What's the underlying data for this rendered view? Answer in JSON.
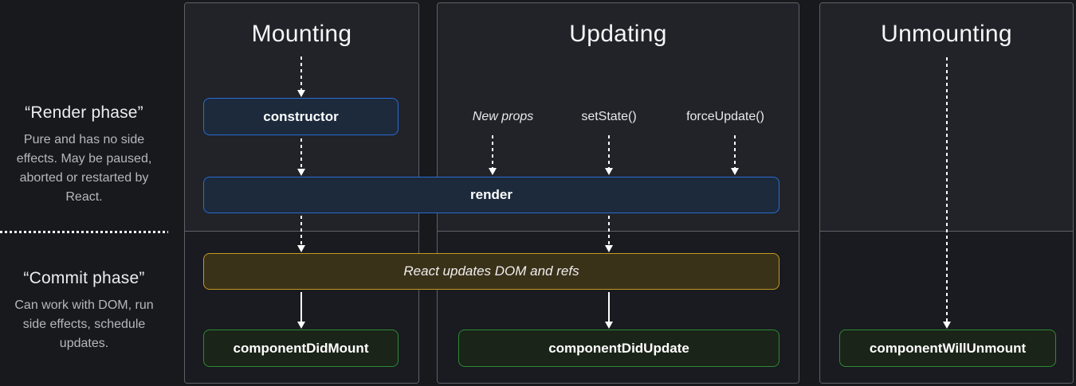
{
  "sidebar": {
    "render_phase": {
      "title": "“Render phase”",
      "description": "Pure and has no side effects. May be paused, aborted or restarted by React."
    },
    "commit_phase": {
      "title": "“Commit phase”",
      "description": "Can work with DOM, run side effects, schedule updates."
    }
  },
  "columns": {
    "mounting": {
      "title": "Mounting"
    },
    "updating": {
      "title": "Updating",
      "triggers": [
        {
          "label": "New props"
        },
        {
          "label": "setState()"
        },
        {
          "label": "forceUpdate()"
        }
      ]
    },
    "unmounting": {
      "title": "Unmounting"
    }
  },
  "boxes": {
    "constructor": {
      "label": "constructor"
    },
    "render": {
      "label": "render"
    },
    "react_updates_dom": {
      "label": "React updates DOM and refs"
    },
    "component_did_mount": {
      "label": "componentDidMount"
    },
    "component_did_update": {
      "label": "componentDidUpdate"
    },
    "component_will_unmount": {
      "label": "componentWillUnmount"
    }
  },
  "colors": {
    "background": "#17191d",
    "panel_top_bg": "#212329",
    "panel_bottom_bg": "#191b20",
    "panel_border": "#5d6167",
    "blue_box_border": "#2a6cd4",
    "blue_box_bg": "#1c2a3c",
    "gold_box_border": "#c29a25",
    "gold_box_bg": "#3a3119",
    "green_box_border": "#2f8836",
    "green_box_bg": "#1b2418",
    "arrow": "#ffffff"
  }
}
